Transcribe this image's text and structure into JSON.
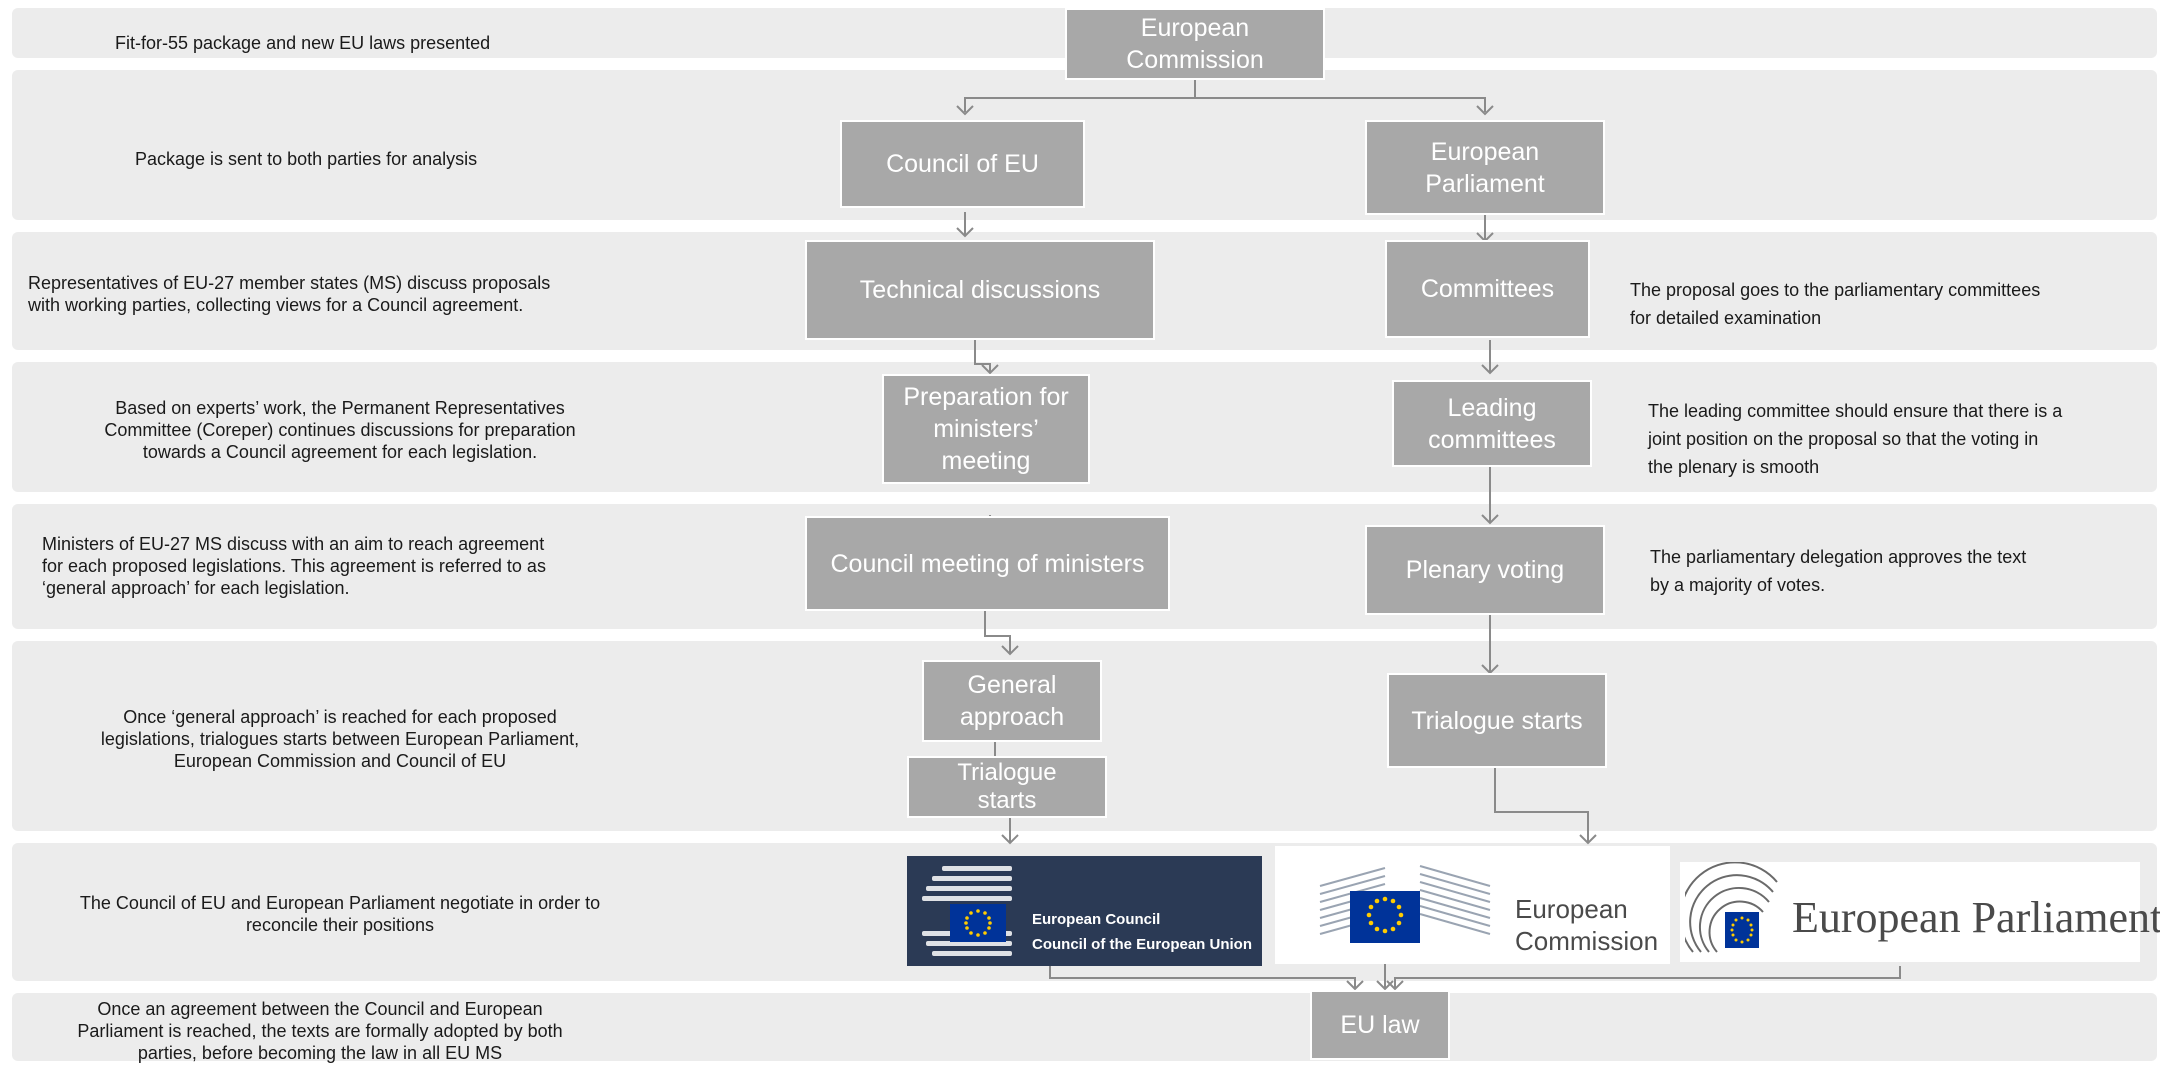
{
  "rows": [
    {
      "text": "Fit-for-55 package and new EU laws presented"
    },
    {
      "text": "Package is sent to both parties for analysis"
    },
    {
      "text": "Representatives of EU-27 member states (MS) discuss proposals\nwith working parties, collecting views for a Council agreement."
    },
    {
      "text": "Based on experts’ work, the Permanent Representatives\nCommittee (Coreper) continues discussions for preparation\ntowards a Council agreement for each legislation."
    },
    {
      "text": "Ministers of EU-27 MS discuss with an aim to reach agreement\nfor each proposed legislations. This agreement is referred to as\n‘general approach’ for each legislation."
    },
    {
      "text": "Once ‘general approach’ is reached for each proposed\nlegislations, trialogues starts between European Parliament,\nEuropean Commission and Council of EU"
    },
    {
      "text": "The Council of EU and European Parliament negotiate in order to\nreconcile their positions"
    },
    {
      "text": "Once an agreement between the Council and European\nParliament is reached, the texts are formally adopted by both\nparties, before becoming the law in all EU MS"
    }
  ],
  "nodes": {
    "commission": "European\nCommission",
    "council_of_eu": "Council of EU",
    "european_parliament": "European\nParliament",
    "technical_discussions": "Technical discussions",
    "committees": "Committees",
    "preparation": "Preparation for\nministers’\nmeeting",
    "leading_committees": "Leading\ncommittees",
    "council_meeting": "Council meeting of ministers",
    "plenary_voting": "Plenary voting",
    "general_approach": "General\napproach",
    "trialogue_council": "Trialogue\nstarts",
    "trialogue_parliament": "Trialogue starts",
    "eu_law": "EU law"
  },
  "notes": {
    "committees": "The proposal goes to the parliamentary committees\nfor detailed examination",
    "leading_committees": "The leading committee should ensure that there is a\njoint position on the proposal so that the voting in\nthe plenary is smooth",
    "plenary_voting": "The parliamentary delegation approves the text\nby a majority of votes."
  },
  "logos": {
    "european_council_line1": "European Council",
    "european_council_line2": "Council of the European Union",
    "commission_line1": "European",
    "commission_line2": "Commission",
    "parliament": "European Parliament"
  },
  "colors": {
    "band": "#ececec",
    "node": "#a8a8a8",
    "connector": "#8a8a8a",
    "council_logo_bg": "#2b3a55",
    "eu_blue": "#003399",
    "eu_gold": "#ffcc00"
  }
}
